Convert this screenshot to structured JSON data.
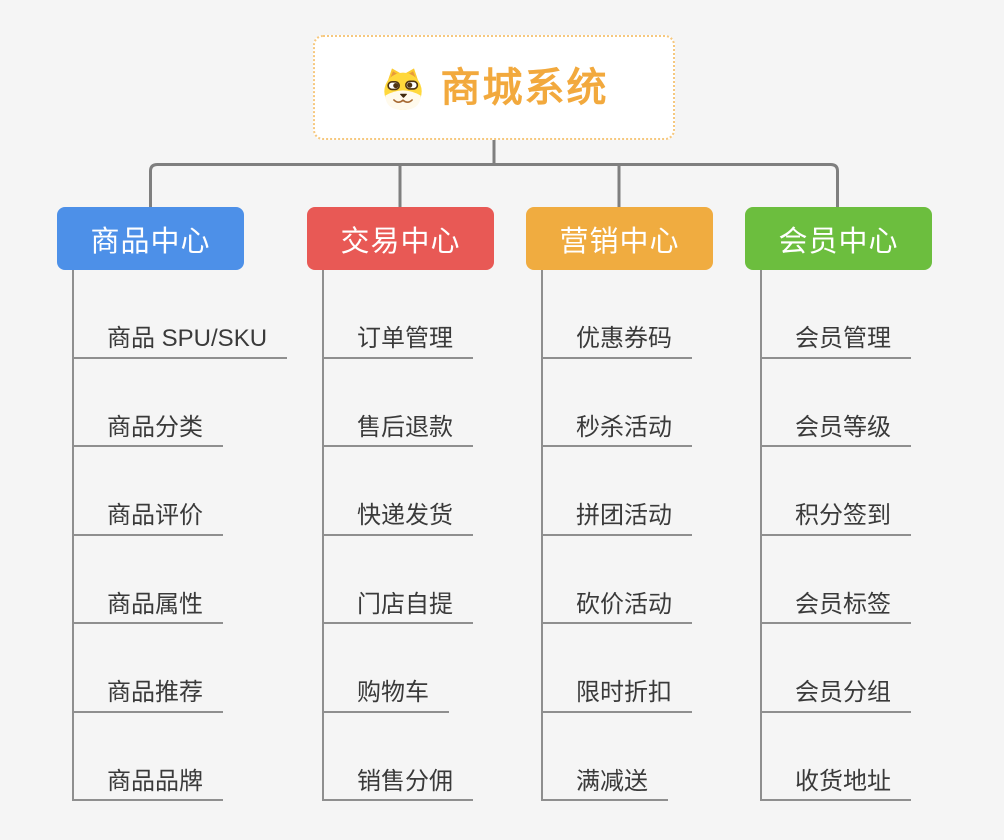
{
  "root": {
    "title": "商城系统",
    "icon": "dog-icon"
  },
  "colors": {
    "background": "#F5F5F5",
    "connector": "#7F7F7F",
    "underline": "#8F8F8F",
    "root_border": "#F6C87E",
    "root_text": "#F2A93D",
    "item_text": "#3A3A3A"
  },
  "branches": [
    {
      "label": "商品中心",
      "color": "#4D90E8",
      "items": [
        "商品 SPU/SKU",
        "商品分类",
        "商品评价",
        "商品属性",
        "商品推荐",
        "商品品牌"
      ]
    },
    {
      "label": "交易中心",
      "color": "#E85955",
      "items": [
        "订单管理",
        "售后退款",
        "快递发货",
        "门店自提",
        "购物车",
        "销售分佣"
      ]
    },
    {
      "label": "营销中心",
      "color": "#F0AC40",
      "items": [
        "优惠券码",
        "秒杀活动",
        "拼团活动",
        "砍价活动",
        "限时折扣",
        "满减送"
      ]
    },
    {
      "label": "会员中心",
      "color": "#6CBE3E",
      "items": [
        "会员管理",
        "会员等级",
        "积分签到",
        "会员标签",
        "会员分组",
        "收货地址"
      ]
    }
  ]
}
